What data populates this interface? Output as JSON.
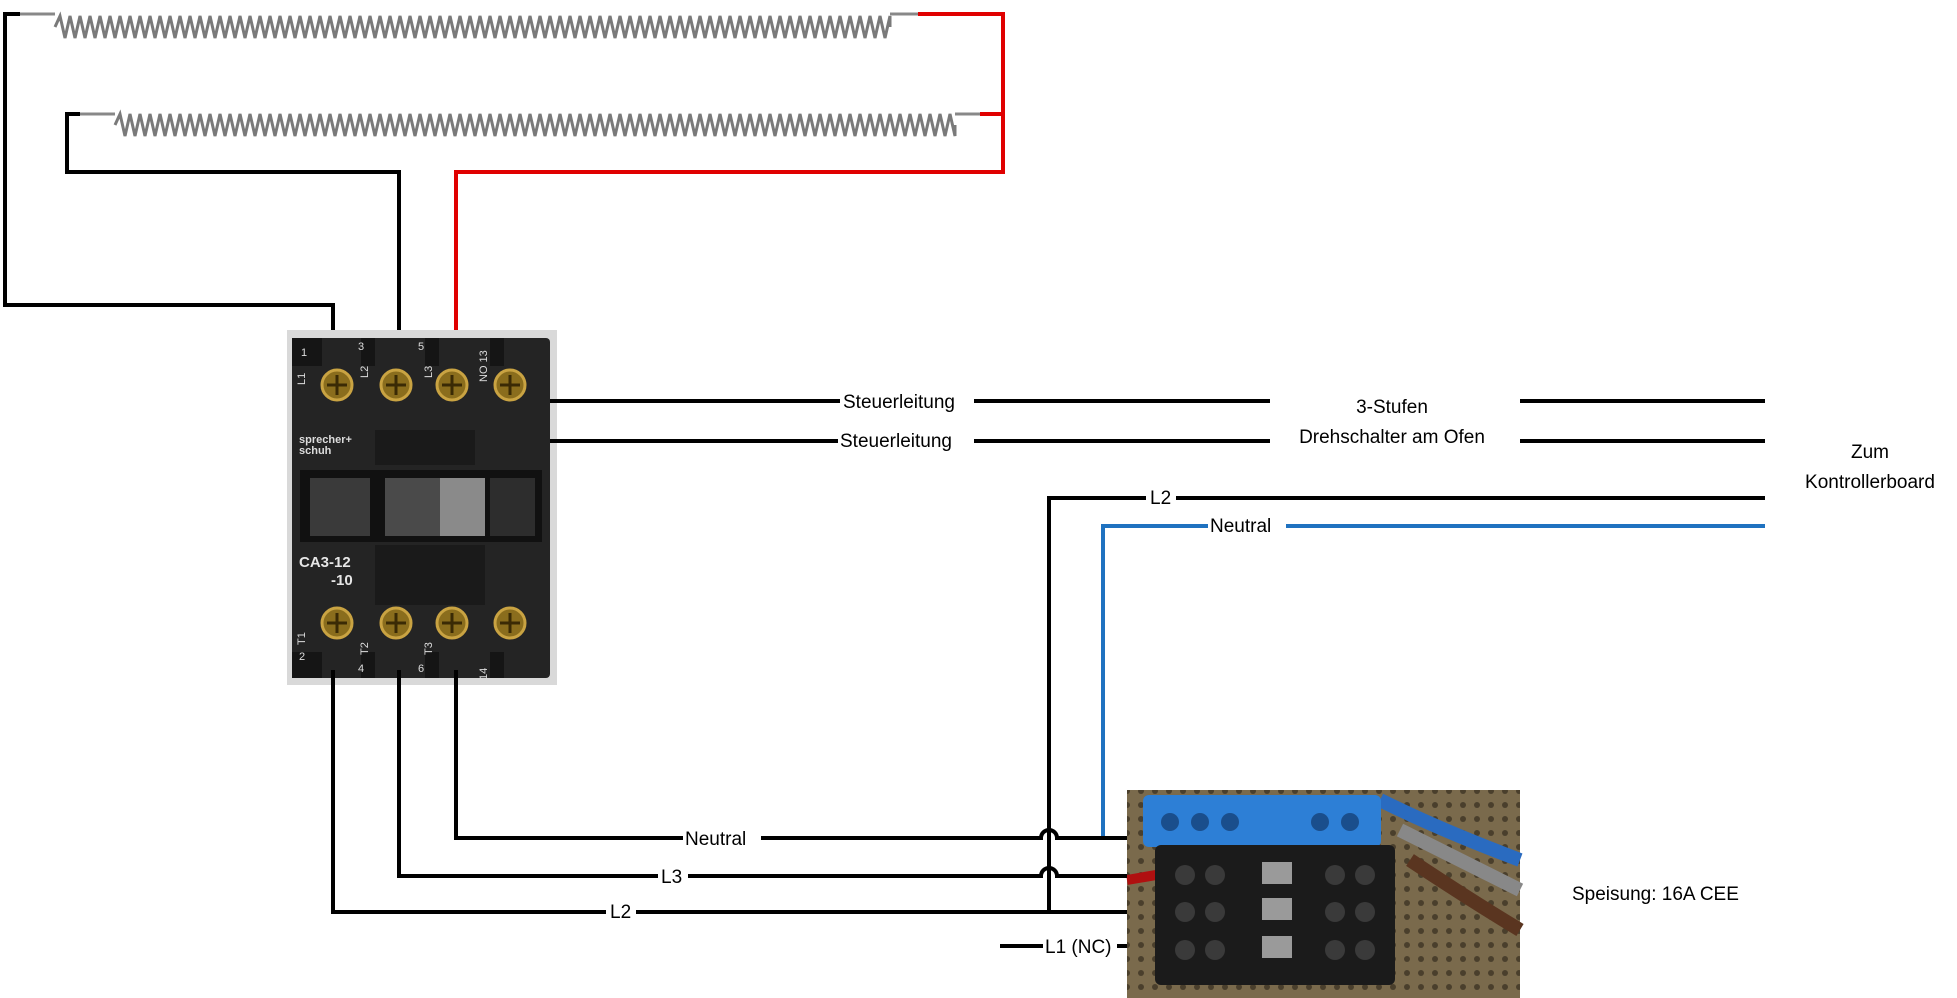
{
  "labels": {
    "control_1": "Steuerleitung",
    "control_2": "Steuerleitung",
    "switch_line1": "3-Stufen",
    "switch_line2": "Drehschalter am Ofen",
    "board_line1": "Zum",
    "board_line2": "Kontrollerboard",
    "l2_top": "L2",
    "neutral_top": "Neutral",
    "neutral_bottom": "Neutral",
    "l3_bottom": "L3",
    "l2_bottom": "L2",
    "l1_nc": "L1 (NC)",
    "supply": "Speisung: 16A CEE"
  },
  "contactor": {
    "brand_line1": "sprecher+",
    "brand_line2": "schuh",
    "model_line1": "CA3-12",
    "model_line2": "-10",
    "top_numbers": [
      "1",
      "3",
      "5",
      "NO 13"
    ],
    "top_letters": [
      "L1",
      "L2",
      "L3"
    ],
    "bottom_numbers": [
      "2",
      "4",
      "6",
      "14"
    ],
    "bottom_letters": [
      "T1",
      "T2",
      "T3"
    ]
  },
  "colors": {
    "wire_black": "#000000",
    "wire_red": "#e00000",
    "wire_blue": "#1f72c0",
    "coil": "#777777",
    "contactor_body": "#242424",
    "terminal_block_blue": "#2d7fd6"
  }
}
